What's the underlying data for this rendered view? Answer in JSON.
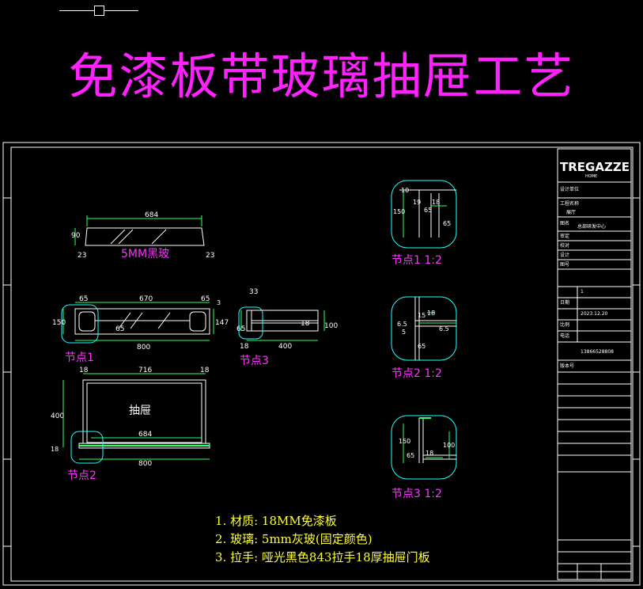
{
  "title": "免漆板带玻璃抽屉工艺",
  "views": {
    "glass_label": "5MM黑玻",
    "glass_dims": {
      "width": "684",
      "h": "90",
      "left": "23",
      "right": "23"
    },
    "section_dims": {
      "top": "670",
      "lip_left": "65",
      "lip_right": "65",
      "left_h": "150",
      "right_h": "147",
      "right_small": "3",
      "bottom": "800",
      "inner": "65"
    },
    "side_dims": {
      "top": "33",
      "left": "65",
      "right": "100",
      "inner": "18",
      "bottom_left": "18",
      "bottom": "400"
    },
    "front_dims": {
      "left": "18",
      "middle": "716",
      "right": "18",
      "height": "400",
      "inner": "684",
      "bottom": "800",
      "small": "18"
    },
    "drawer_label": "抽屉",
    "node1_label": "节点1",
    "node2_label": "节点2",
    "node3_label": "节点3"
  },
  "details": [
    {
      "label": "节点1 1:2",
      "dims": [
        "150",
        "10",
        "19",
        "18",
        "65",
        "65"
      ]
    },
    {
      "label": "节点2 1:2",
      "dims": [
        "15",
        "6.5",
        "5",
        "18",
        "6.5",
        "65"
      ]
    },
    {
      "label": "节点3 1:2",
      "dims": [
        "150",
        "65",
        "18",
        "100"
      ]
    }
  ],
  "notes": [
    "1. 材质: 18MM免漆板",
    "2. 玻璃: 5mm灰玻(固定颜色)",
    "3. 拉手: 哑光黑色843拉手18厚抽屉门板"
  ],
  "titleblock": {
    "logo": "TREGAZZE",
    "logo_sub": "HOME",
    "rows": [
      "设计单位",
      "工程名称",
      "展厅",
      "图名",
      "总部研发中心",
      "审定",
      "校对",
      "设计",
      "图号",
      "1",
      "日期",
      "2023.12.20",
      "比例",
      "电话",
      "13866528808",
      "版本号"
    ]
  },
  "colors": {
    "title": "#ff22ff",
    "line": "#ffffff",
    "dim": "#ffff33",
    "highlight": "#33ff66",
    "cyan": "#22ffff",
    "label": "#ff33ff"
  }
}
